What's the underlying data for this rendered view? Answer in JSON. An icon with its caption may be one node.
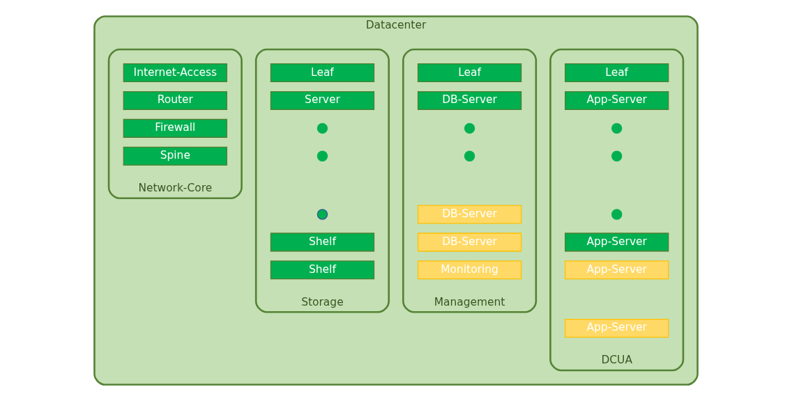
{
  "diagram": {
    "nodes": [
      {
        "text": [
          "Datacenter"
        ]
      },
      {
        "text": [
          "DCUA"
        ],
        "in": 0
      },
      {
        "text": [
          "Leaf"
        ],
        "in": 1
      },
      {
        "text": [
          "App-Server"
        ],
        "in": 1
      },
      {
        "text": [],
        "shape": "circle",
        "in": 1
      },
      {
        "text": [],
        "shape": "circle",
        "in": 1
      },
      {
        "text": [],
        "shape": "circle",
        "in": 1
      },
      {
        "text": [
          "App-Server"
        ],
        "in": 1
      },
      {
        "text": [
          "App-Server"
        ],
        "in": 1
      },
      {
        "text": [
          "App-Server"
        ],
        "in": 1
      },
      {
        "text": [
          "Management"
        ],
        "in": 0
      },
      {
        "text": [
          "Leaf"
        ],
        "in": 10
      },
      {
        "text": [
          "DB-Server"
        ],
        "in": 10
      },
      {
        "text": [],
        "shape": "circle",
        "in": 10
      },
      {
        "text": [],
        "shape": "circle",
        "in": 10
      },
      {
        "text": [
          "DB-Server"
        ],
        "in": 10
      },
      {
        "text": [
          "DB-Server"
        ],
        "in": 10
      },
      {
        "text": [
          "Monitoring"
        ],
        "in": 10
      },
      {
        "text": [
          "Storage"
        ],
        "in": 0
      },
      {
        "text": [
          "Leaf"
        ],
        "in": 18
      },
      {
        "text": [
          "Server"
        ],
        "in": 18
      },
      {
        "text": [],
        "shape": "circle",
        "in": 18
      },
      {
        "text": [],
        "shape": "circle",
        "in": 18
      },
      {
        "text": [],
        "shape": "circle",
        "in": 18
      },
      {
        "text": [
          "Shelf"
        ],
        "in": 18
      },
      {
        "text": [
          "Shelf"
        ],
        "in": 18
      },
      {
        "text": [
          "Network-Core"
        ],
        "in": 0
      },
      {
        "text": [
          "Internet-Access"
        ],
        "in": 26
      },
      {
        "text": [
          "Router"
        ],
        "in": 26
      },
      {
        "text": [
          "Firewall"
        ],
        "in": 26
      },
      {
        "text": [
          "Spine"
        ],
        "in": 26
      }
    ],
    "edges": []
  }
}
